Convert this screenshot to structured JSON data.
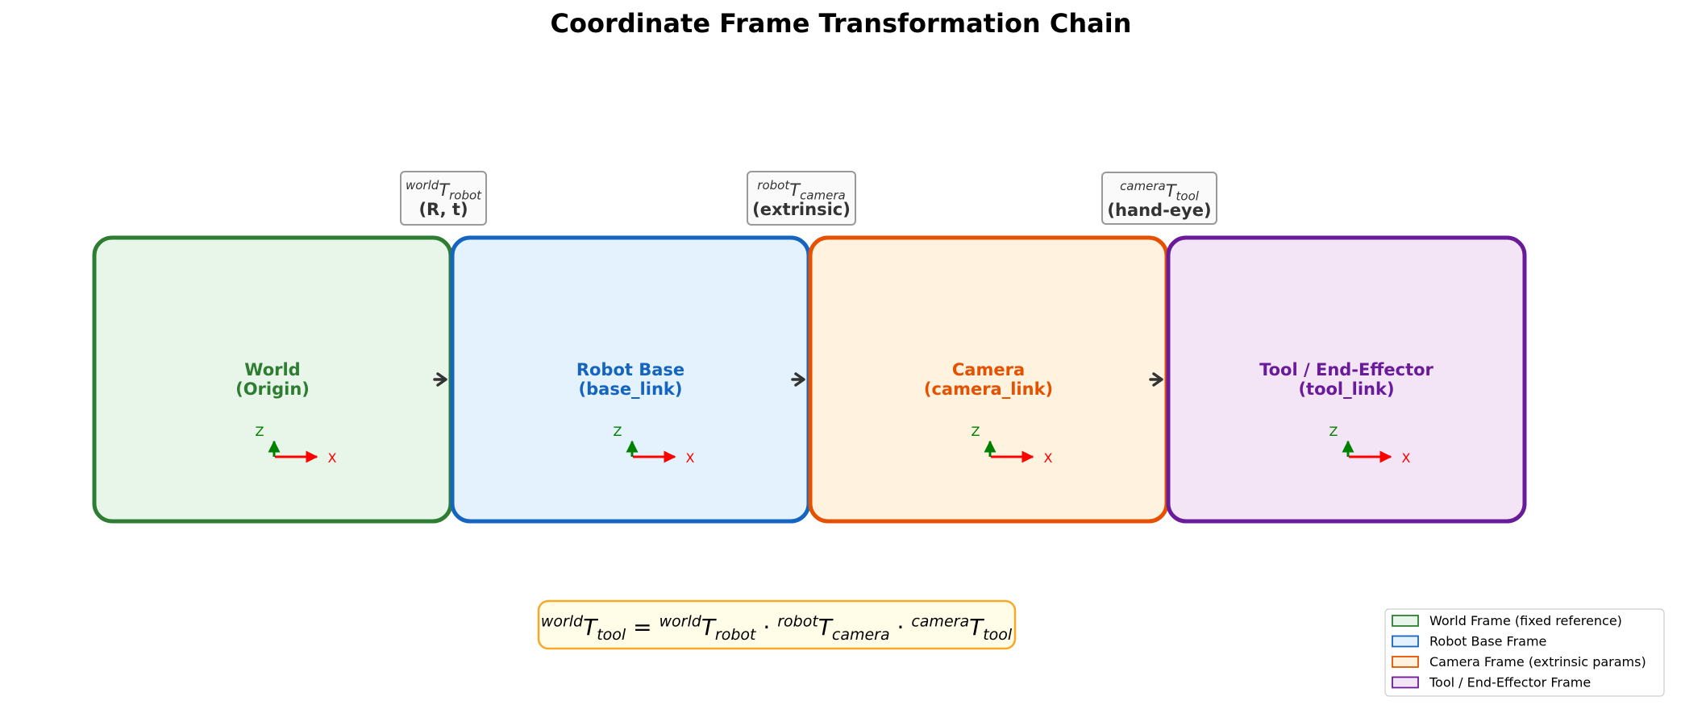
{
  "title": "Coordinate Frame Transformation Chain",
  "frames": [
    {
      "name_line1": "World",
      "name_line2": "(Origin)",
      "color": "#2e7d32",
      "fill": "#e8f5e9",
      "axis_z": "Z",
      "axis_x": "X"
    },
    {
      "name_line1": "Robot Base",
      "name_line2": "(base_link)",
      "color": "#1565c0",
      "fill": "#e3f2fd",
      "axis_z": "Z",
      "axis_x": "X"
    },
    {
      "name_line1": "Camera",
      "name_line2": "(camera_link)",
      "color": "#e65100",
      "fill": "#fff3e0",
      "axis_z": "Z",
      "axis_x": "X"
    },
    {
      "name_line1": "Tool / End-Effector",
      "name_line2": "(tool_link)",
      "color": "#6a1b9a",
      "fill": "#f3e5f5",
      "axis_z": "Z",
      "axis_x": "X"
    }
  ],
  "transforms": [
    {
      "sup": "world",
      "main": "T",
      "sub": "robot",
      "label": "(R, t)"
    },
    {
      "sup": "robot",
      "main": "T",
      "sub": "camera",
      "label": "(extrinsic)"
    },
    {
      "sup": "camera",
      "main": "T",
      "sub": "tool",
      "label": "(hand-eye)"
    }
  ],
  "equation": {
    "lhs": {
      "sup": "world",
      "main": "T",
      "sub": "tool"
    },
    "equals": "=",
    "dot": "·",
    "rhs": [
      {
        "sup": "world",
        "main": "T",
        "sub": "robot"
      },
      {
        "sup": "robot",
        "main": "T",
        "sub": "camera"
      },
      {
        "sup": "camera",
        "main": "T",
        "sub": "tool"
      }
    ],
    "border_color": "#f9a825",
    "fill": "#fffde7"
  },
  "legend": [
    {
      "label": "World Frame (fixed reference)",
      "color": "#2e7d32",
      "fill": "#e8f5e9"
    },
    {
      "label": "Robot Base Frame",
      "color": "#1565c0",
      "fill": "#e3f2fd"
    },
    {
      "label": "Camera Frame (extrinsic params)",
      "color": "#e65100",
      "fill": "#fff3e0"
    },
    {
      "label": "Tool / End-Effector Frame",
      "color": "#6a1b9a",
      "fill": "#f3e5f5"
    }
  ],
  "axis_colors": {
    "z": "#008000",
    "x": "#ff0000"
  },
  "arrow_color": "#333333"
}
